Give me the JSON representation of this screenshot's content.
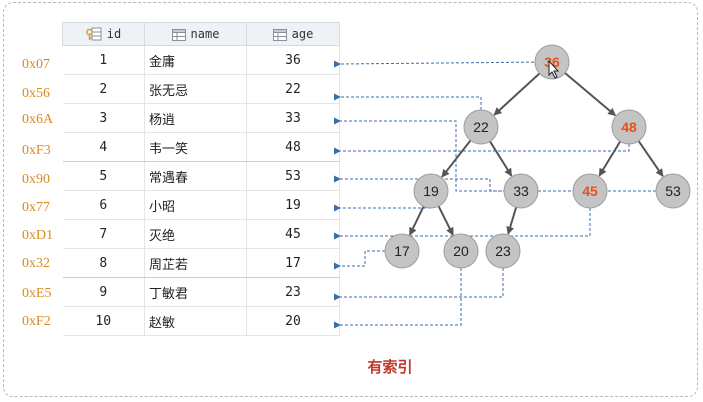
{
  "table": {
    "columns": [
      {
        "label": "id",
        "icon": "key-column-icon"
      },
      {
        "label": "name",
        "icon": "column-icon"
      },
      {
        "label": "age",
        "icon": "column-icon"
      }
    ],
    "rows": [
      {
        "addr": "0x07",
        "id": "1",
        "name": "金庸",
        "age": "36"
      },
      {
        "addr": "0x56",
        "id": "2",
        "name": "张无忌",
        "age": "22"
      },
      {
        "addr": "0x6A",
        "id": "3",
        "name": "杨逍",
        "age": "33"
      },
      {
        "addr": "0xF3",
        "id": "4",
        "name": "韦一笑",
        "age": "48"
      },
      {
        "addr": "0x90",
        "id": "5",
        "name": "常遇春",
        "age": "53"
      },
      {
        "addr": "0x77",
        "id": "6",
        "name": "小昭",
        "age": "19"
      },
      {
        "addr": "0xD1",
        "id": "7",
        "name": "灭绝",
        "age": "45"
      },
      {
        "addr": "0x32",
        "id": "8",
        "name": "周芷若",
        "age": "17"
      },
      {
        "addr": "0xE5",
        "id": "9",
        "name": "丁敏君",
        "age": "23"
      },
      {
        "addr": "0xF2",
        "id": "10",
        "name": "赵敏",
        "age": "20"
      }
    ]
  },
  "tree": {
    "nodes": [
      {
        "key": "36",
        "highlight": true
      },
      {
        "key": "22",
        "highlight": false
      },
      {
        "key": "48",
        "highlight": true
      },
      {
        "key": "19",
        "highlight": false
      },
      {
        "key": "33",
        "highlight": false
      },
      {
        "key": "45",
        "highlight": true
      },
      {
        "key": "53",
        "highlight": false
      },
      {
        "key": "17",
        "highlight": false
      },
      {
        "key": "20",
        "highlight": false
      },
      {
        "key": "23",
        "highlight": false
      }
    ],
    "colors": {
      "node_fill": "#c4c4c4",
      "node_stroke": "#9d9d9d",
      "highlight_text": "#e8501c",
      "edge": "#555555",
      "pointer": "#3a6ea8",
      "address": "#d98a1f"
    }
  },
  "caption": "有索引"
}
